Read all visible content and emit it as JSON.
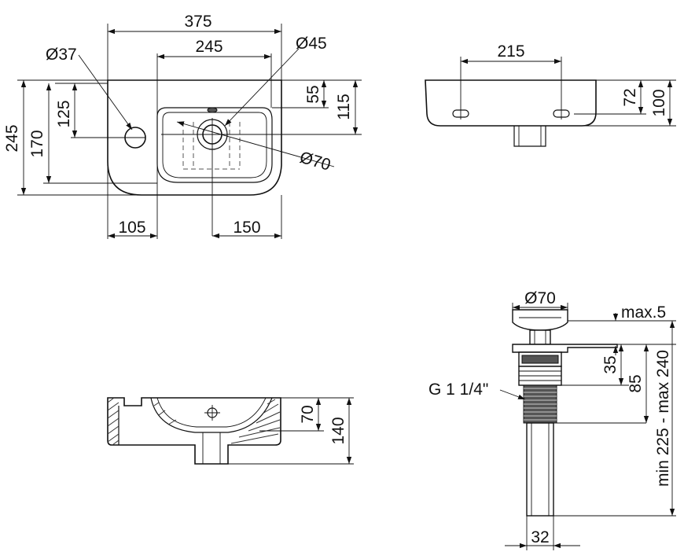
{
  "top_view": {
    "dims": {
      "overall_width": "375",
      "bowl_width": "245",
      "tap_hole_dia": "Ø37",
      "drain_dia_top": "Ø45",
      "drain_dia_outer": "Ø70",
      "depth_overall": "245",
      "depth_tap": "170",
      "tap_offset": "125",
      "drain_offset_top": "55",
      "drain_offset_front": "115",
      "left_offset": "105",
      "drain_right": "150"
    }
  },
  "back_view": {
    "dims": {
      "hole_spacing": "215",
      "hole_height": "72",
      "height": "100"
    }
  },
  "section_view": {
    "dims": {
      "bowl_depth": "70",
      "height": "140"
    }
  },
  "drain_view": {
    "dims": {
      "cap_dia": "Ø70",
      "cap_gap": "max.5",
      "thread": "G 1 1/4\"",
      "length_upper": "35",
      "length_total": "85",
      "length_range": "min 225 - max 240",
      "pipe_dia": "32"
    }
  }
}
